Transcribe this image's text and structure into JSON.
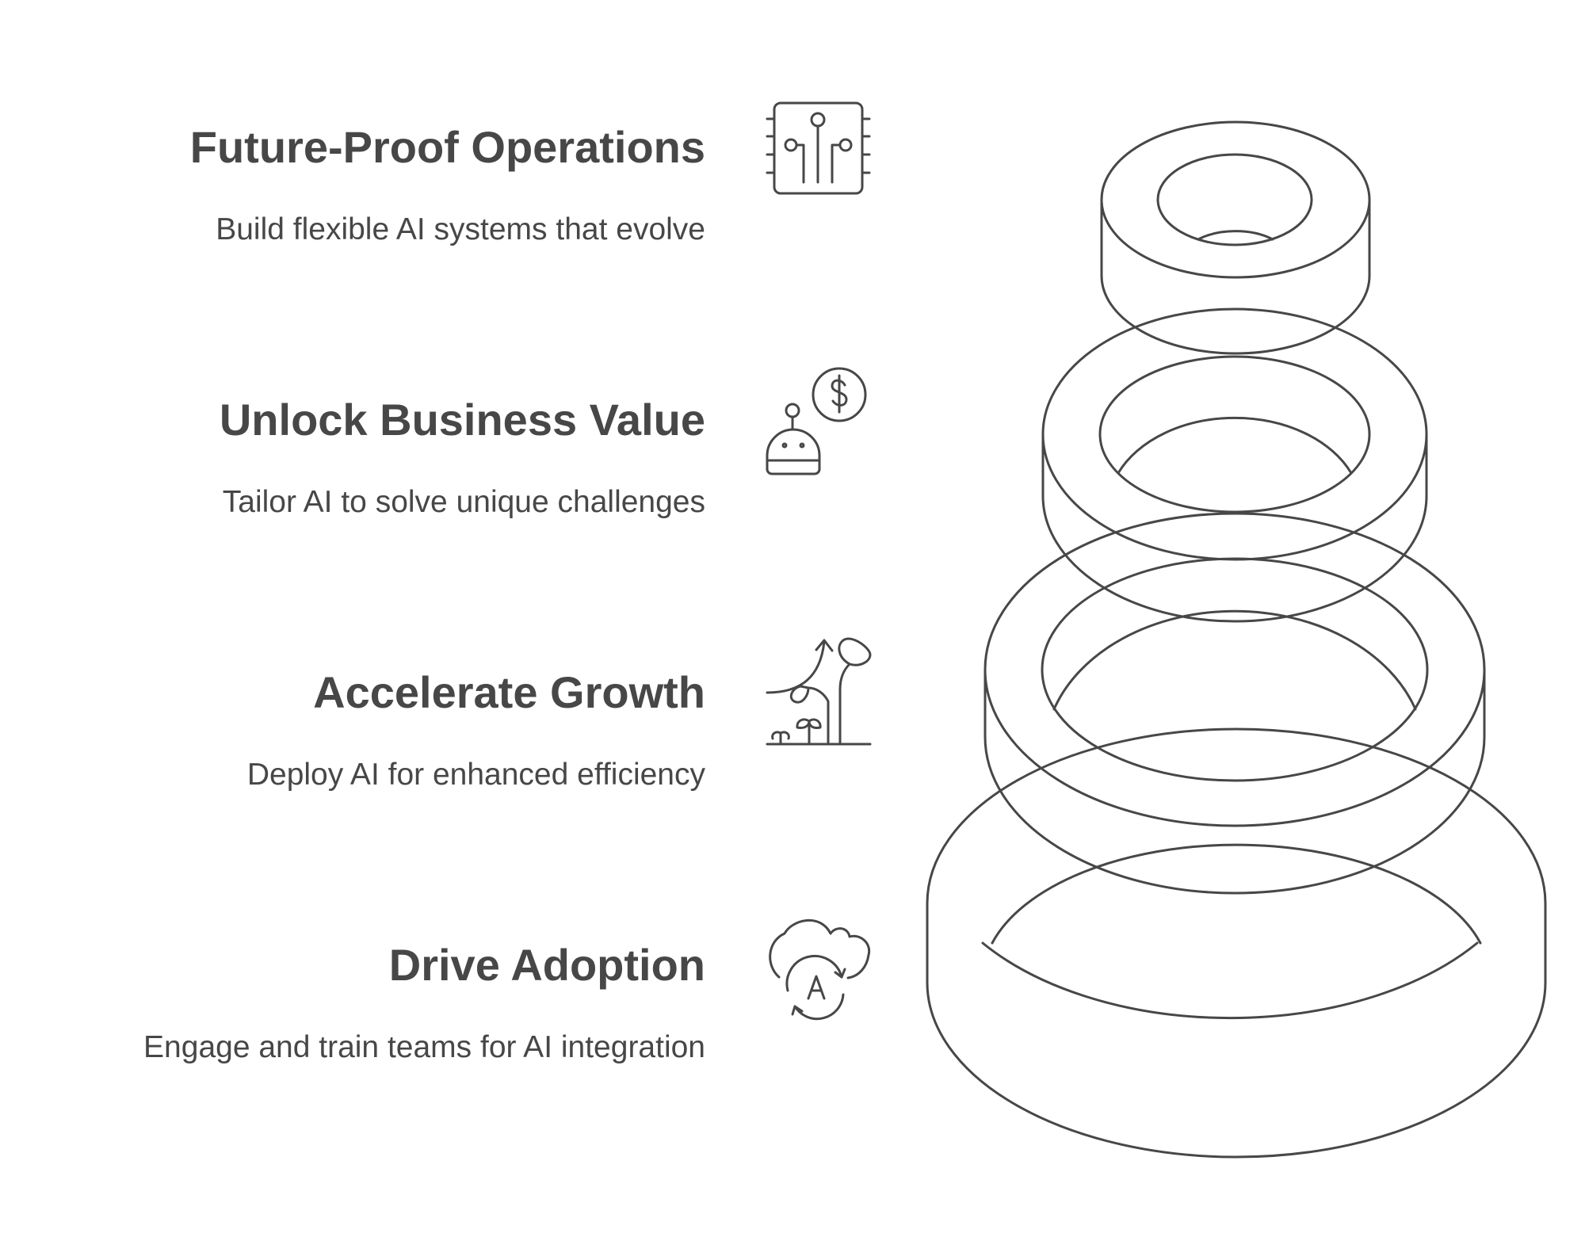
{
  "diagram": {
    "type": "stacked-rings",
    "stroke_color": "#474747",
    "text_color": "#474747",
    "background": "#ffffff",
    "items": [
      {
        "title": "Future-Proof Operations",
        "description": "Build flexible AI systems that evolve",
        "icon": "circuit-chip-icon"
      },
      {
        "title": "Unlock Business Value",
        "description": "Tailor AI to solve unique challenges",
        "icon": "robot-dollar-icon"
      },
      {
        "title": "Accelerate Growth",
        "description": "Deploy AI for enhanced efficiency",
        "icon": "plant-growth-icon"
      },
      {
        "title": "Drive Adoption",
        "description": "Engage and train teams for AI integration",
        "icon": "cloud-sync-adoption-icon"
      }
    ]
  }
}
